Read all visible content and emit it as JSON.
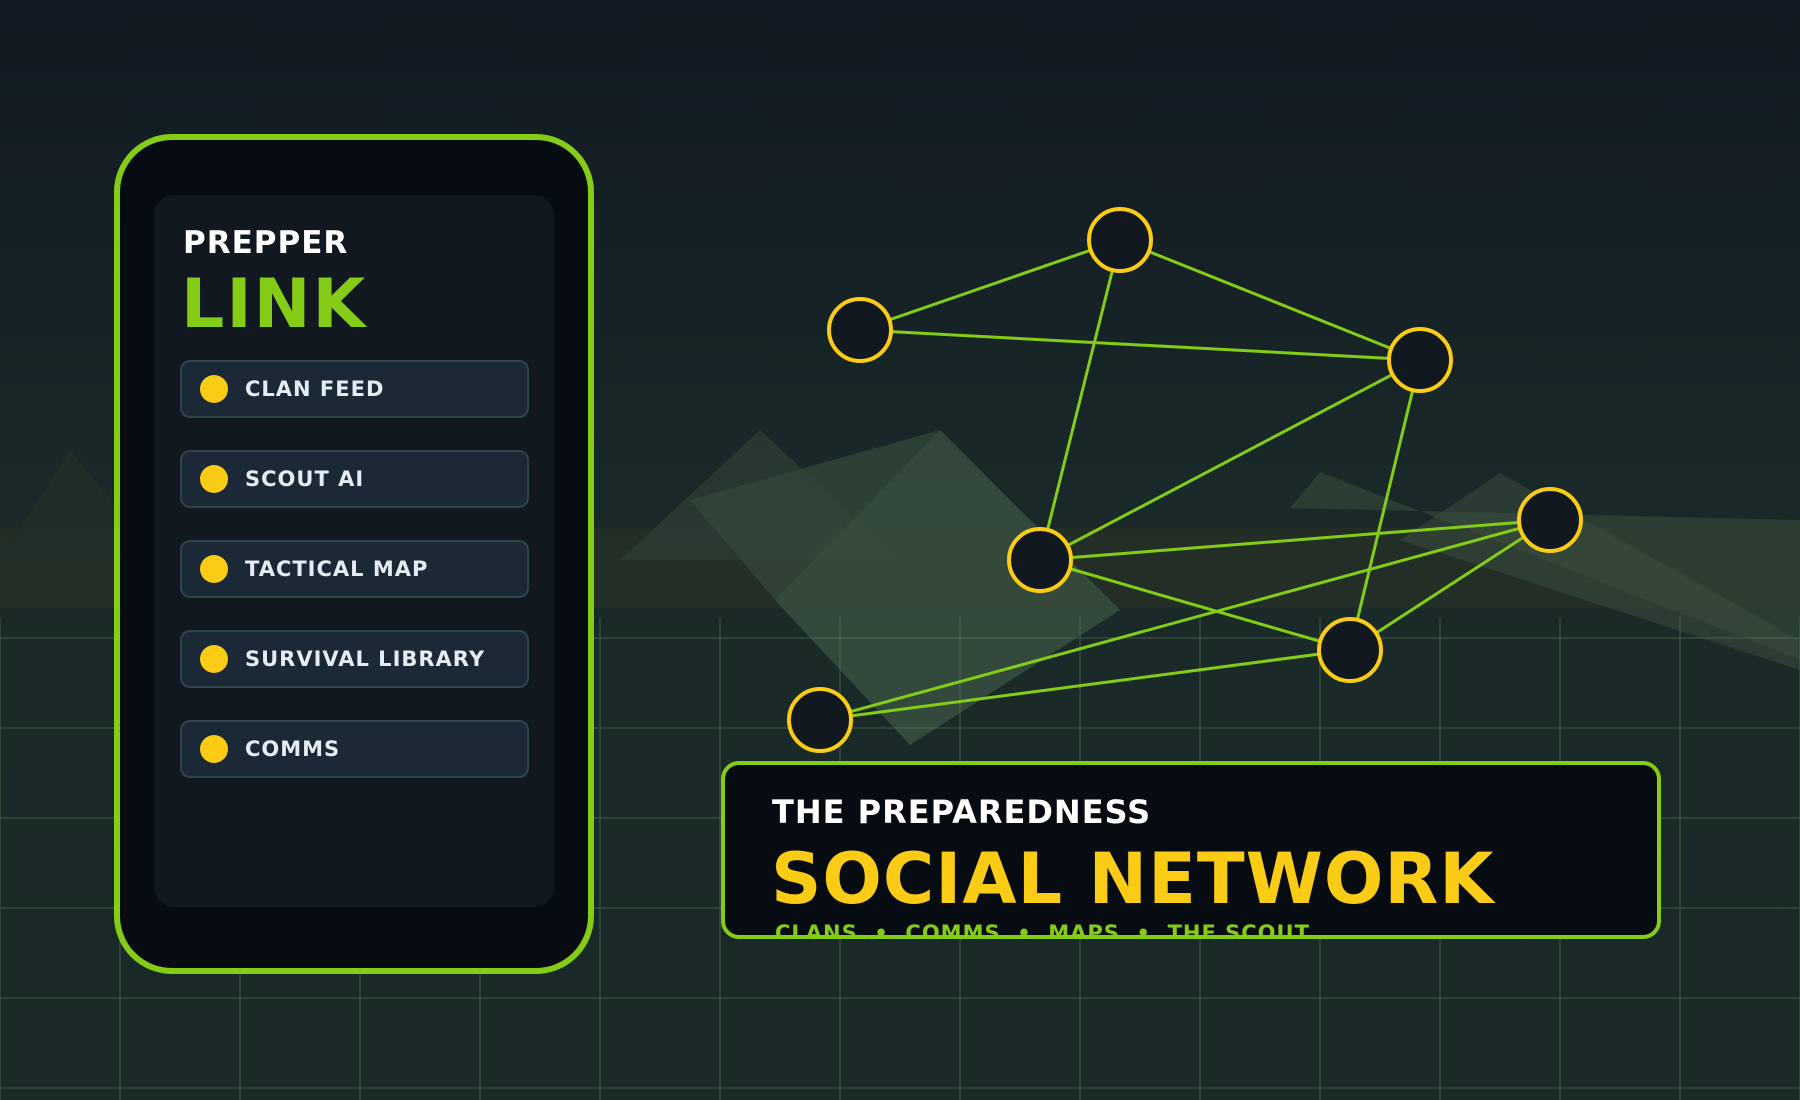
{
  "app": {
    "brand_top": "PREPPER",
    "brand_main": "LINK"
  },
  "menu": {
    "items": [
      {
        "label": "CLAN FEED"
      },
      {
        "label": "SCOUT AI"
      },
      {
        "label": "TACTICAL MAP"
      },
      {
        "label": "SURVIVAL LIBRARY"
      },
      {
        "label": "COMMS"
      }
    ]
  },
  "banner": {
    "eyebrow": "THE PREPAREDNESS",
    "title": "SOCIAL NETWORK",
    "tags": "CLANS  •  COMMS  •  MAPS  •  THE SCOUT"
  },
  "colors": {
    "accent_green": "#84cc16",
    "accent_yellow": "#facc15",
    "background": "#111922",
    "panel": "#070b12"
  },
  "icons": {
    "menu_bullet": "yellow-dot-icon",
    "network": "network-graph-icon"
  }
}
